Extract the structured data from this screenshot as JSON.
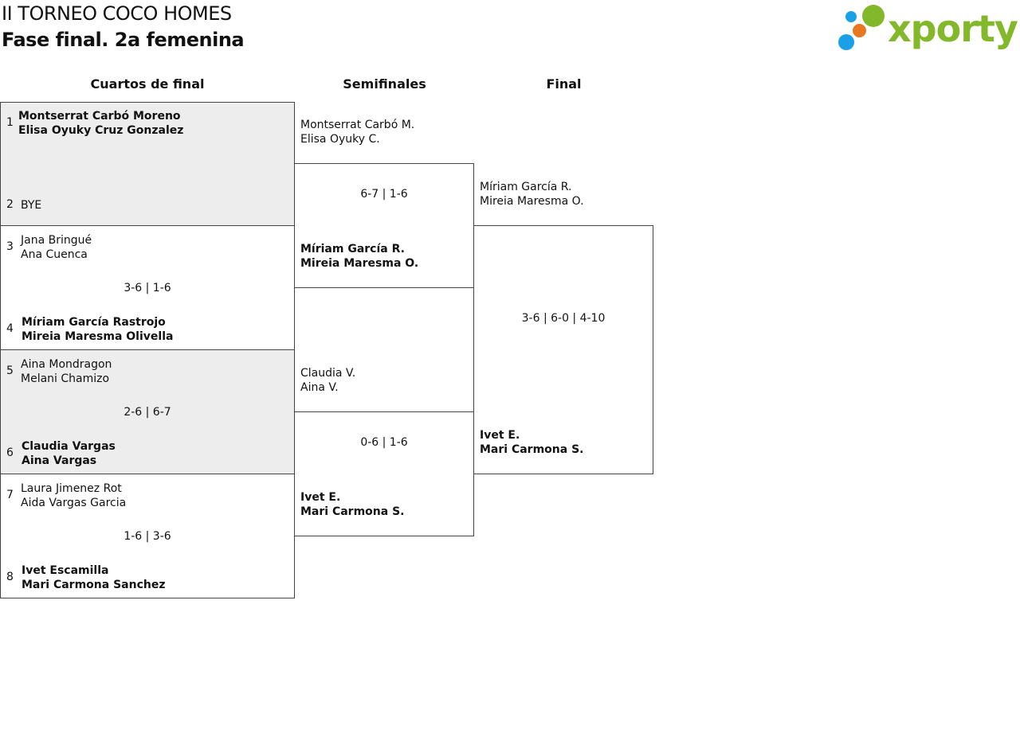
{
  "header": {
    "title": "II TORNEO COCO HOMES",
    "subtitle": "Fase final. 2a femenina"
  },
  "logo": {
    "text": "xporty",
    "text_color": "#82b82a",
    "dot_colors": [
      "#1aa0e8",
      "#82b82a",
      "#e87722",
      "#1aa0e8"
    ]
  },
  "rounds": {
    "quarter": "Cuartos de final",
    "semi": "Semifinales",
    "final": "Final"
  },
  "quarterfinals": [
    {
      "shaded": true,
      "top": {
        "seed": "1",
        "p1": "Montserrat Carbó Moreno",
        "p2": "Elisa Oyuky Cruz Gonzalez",
        "winner": true
      },
      "bottom": {
        "seed": "2",
        "p1": "BYE",
        "p2": "",
        "winner": false
      },
      "score": ""
    },
    {
      "shaded": false,
      "top": {
        "seed": "3",
        "p1": "Jana Bringué",
        "p2": "Ana Cuenca",
        "winner": false
      },
      "bottom": {
        "seed": "4",
        "p1": "Míriam García Rastrojo",
        "p2": "Mireia Maresma Olivella",
        "winner": true
      },
      "score": "3-6 | 1-6"
    },
    {
      "shaded": true,
      "top": {
        "seed": "5",
        "p1": "Aina Mondragon",
        "p2": "Melani Chamizo",
        "winner": false
      },
      "bottom": {
        "seed": "6",
        "p1": "Claudia Vargas",
        "p2": "Aina Vargas",
        "winner": true
      },
      "score": "2-6 | 6-7"
    },
    {
      "shaded": false,
      "top": {
        "seed": "7",
        "p1": "Laura Jimenez Rot",
        "p2": "Aida Vargas Garcia",
        "winner": false
      },
      "bottom": {
        "seed": "8",
        "p1": "Ivet Escamilla",
        "p2": "Mari Carmona Sanchez",
        "winner": true
      },
      "score": "1-6 | 3-6"
    }
  ],
  "semifinals": [
    {
      "top": {
        "p1": "Montserrat Carbó M.",
        "p2": "Elisa Oyuky C.",
        "winner": false
      },
      "bottom": {
        "p1": "Míriam García R.",
        "p2": "Mireia Maresma O.",
        "winner": true
      },
      "score": "6-7 | 1-6"
    },
    {
      "top": {
        "p1": "Claudia V.",
        "p2": "Aina V.",
        "winner": false
      },
      "bottom": {
        "p1": "Ivet E.",
        "p2": "Mari Carmona S.",
        "winner": true
      },
      "score": "0-6 | 1-6"
    }
  ],
  "final": {
    "top": {
      "p1": "Míriam García R.",
      "p2": "Mireia Maresma O.",
      "winner": false
    },
    "bottom": {
      "p1": "Ivet E.",
      "p2": "Mari Carmona S.",
      "winner": true
    },
    "score": "3-6 | 6-0 | 4-10"
  }
}
